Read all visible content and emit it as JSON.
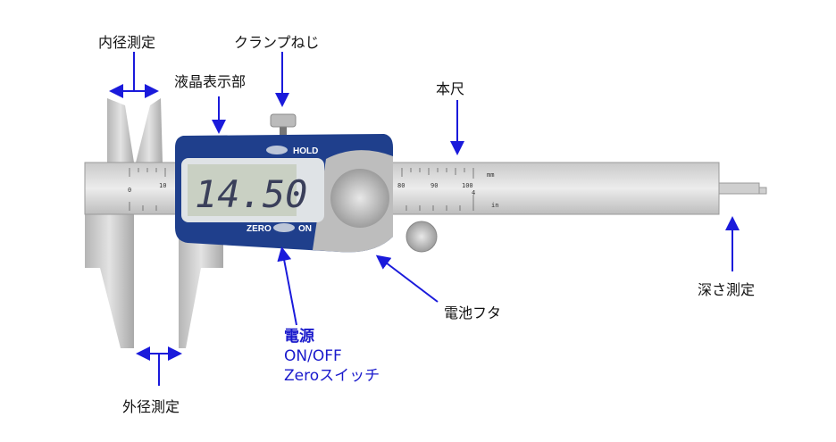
{
  "title": "デジタルノギス 各部名称",
  "labels": {
    "inner": "内径測定",
    "clamp": "クランプねじ",
    "lcd": "液晶表示部",
    "main_scale": "本尺",
    "depth": "深さ測定",
    "battery": "電池フタ",
    "power_title": "電源",
    "power_line2": "ON/OFF",
    "power_line3": "Zeroスイッチ",
    "outer": "外径測定"
  },
  "device": {
    "reading": "14.50",
    "hold_label": "HOLD",
    "zero_label": "ZERO",
    "on_label": "ON",
    "scale": {
      "t0": "0",
      "t10": "10",
      "t80": "80",
      "t90": "90",
      "t100": "100",
      "mm": "mm",
      "inch4": "4",
      "in": "in"
    }
  },
  "colors": {
    "arrow": "#1a1adb",
    "body": "#1f3f8c",
    "lcd": "#c9d0c3"
  }
}
